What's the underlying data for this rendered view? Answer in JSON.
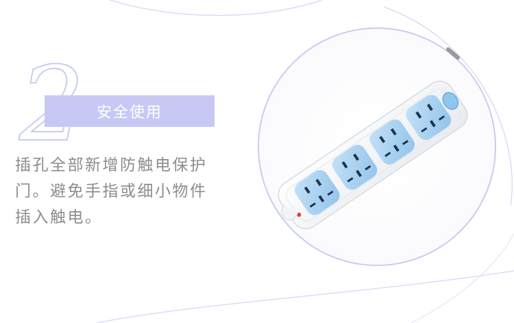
{
  "section": {
    "number": "2",
    "title": "安全使用",
    "description_lines": [
      "插孔全部新增防触电保护",
      "门。避免手指或细小物件",
      "插入触电。"
    ]
  },
  "colors": {
    "accent": "#c7c9f4",
    "outline": "#c9ccf0",
    "text": "#8c8c8c",
    "socket": "#a9d2f2",
    "strip": "#f1f3f6"
  },
  "icons": {
    "product": "power-strip-image"
  }
}
